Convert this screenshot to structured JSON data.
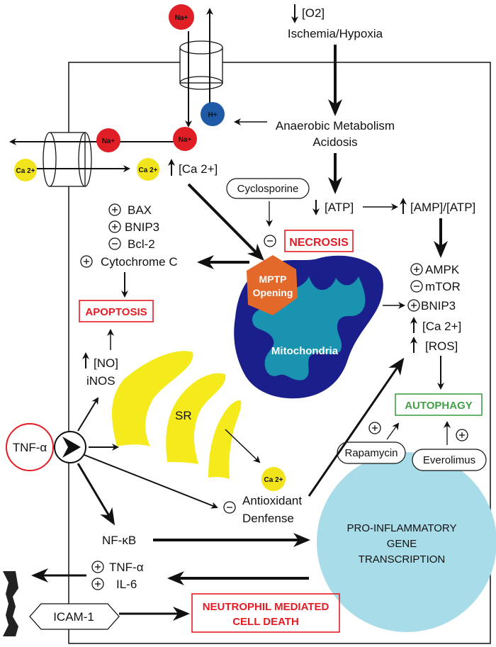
{
  "ions": {
    "na_plus": "Na+",
    "h_plus": "H+",
    "ca_2_plus": "Ca 2+"
  },
  "labels": {
    "o2": "[O2]",
    "ischemia": "Ischemia/Hypoxia",
    "anaerobic": "Anaerobic Metabolism",
    "acidosis": "Acidosis",
    "ca_conc": "[Ca 2+]",
    "cyclosporine": "Cyclosporine",
    "atp": "[ATP]",
    "amp_atp": "[AMP]/[ATP]",
    "bax": "BAX",
    "bnip3": "BNIP3",
    "bcl2": "Bcl-2",
    "cytochrome_c": "Cytochrome C",
    "necrosis": "NECROSIS",
    "mptp_line1": "MPTP",
    "mptp_line2": "Opening",
    "mitochondria": "Mitochondria",
    "ampk": "AMPK",
    "mtor": "mTOR",
    "bnip3_right": "BNIP3",
    "ca_right": "[Ca 2+]",
    "ros": "[ROS]",
    "apoptosis": "APOPTOSIS",
    "no": "[NO]",
    "inos": "iNOS",
    "sr": "SR",
    "tnf_alpha": "TNF-α",
    "autophagy": "AUTOPHAGY",
    "rapamycin": "Rapamycin",
    "everolimus": "Everolimus",
    "antioxidant_line1": "Antioxidant",
    "antioxidant_line2": "Denfense",
    "nfkb": "NF-κB",
    "proinflam_line1": "PRO-INFLAMMATORY",
    "proinflam_line2": "GENE",
    "proinflam_line3": "TRANSCRIPTION",
    "tnf_out": "TNF-α",
    "il6": "IL-6",
    "icam1": "ICAM-1",
    "neutrophil_line1": "NEUTROPHIL MEDIATED",
    "neutrophil_line2": "CELL DEATH"
  },
  "colors": {
    "necrosis_red": "#e51c23",
    "autophagy_green": "#43a047",
    "na_red": "#e01e26",
    "h_blue": "#1f5aa6",
    "ca_yellow": "#f1e41d",
    "sr_yellow": "#f4ea1c",
    "mito_blue": "#1a1f8c",
    "mito_cristae": "#1aa0b4",
    "mptp_orange": "#e2692a",
    "nucleus_blue": "#a8dce8"
  }
}
